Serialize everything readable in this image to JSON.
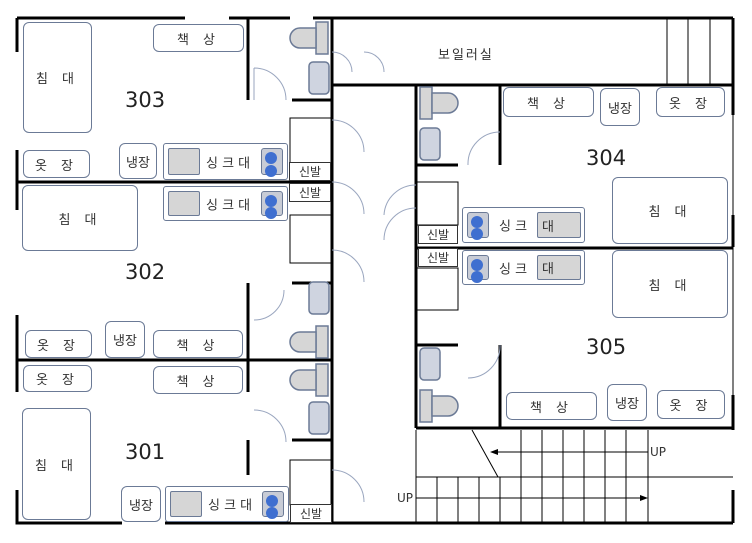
{
  "rooms": {
    "r303": "303",
    "r302": "302",
    "r301": "301",
    "r304": "304",
    "r305": "305"
  },
  "labels": {
    "bed": "침 대",
    "desk": "책 상",
    "wardrobe": "옷 장",
    "fridge": "냉장",
    "sink": "싱 크 대",
    "sink_right": "싱 크",
    "sink_right_end": "대",
    "shoe": "신발",
    "boiler": "보일러실",
    "up": "UP"
  },
  "colors": {
    "wall": "#000000",
    "furniture_border": "#6b7a96",
    "burner": "#3f6fd0",
    "basin": "#d6d6d6"
  }
}
